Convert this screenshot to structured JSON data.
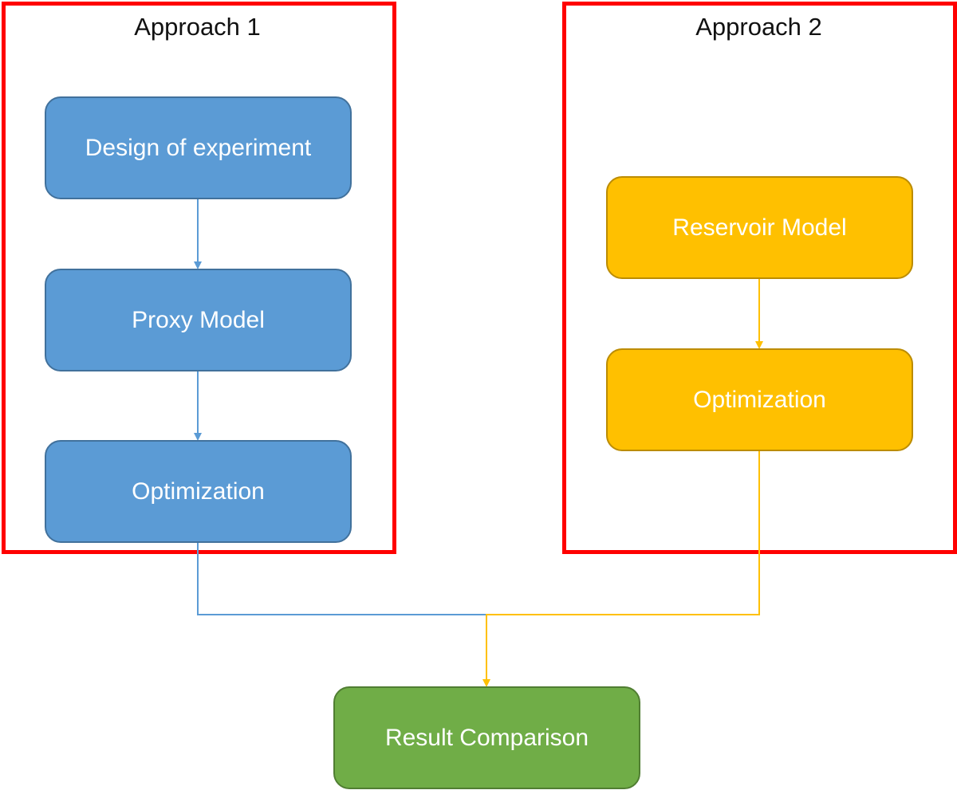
{
  "groups": [
    {
      "title": "Approach 1"
    },
    {
      "title": "Approach 2"
    }
  ],
  "nodes": {
    "doe": "Design of experiment",
    "proxy": "Proxy Model",
    "opt1": "Optimization",
    "reservoir": "Reservoir Model",
    "opt2": "Optimization",
    "result": "Result Comparison"
  },
  "colors": {
    "frame": "#ff0000",
    "blue_fill": "#5b9bd5",
    "blue_line": "#5b9bd5",
    "yellow_fill": "#ffc000",
    "yellow_line": "#ffc000",
    "green_fill": "#70ad47",
    "node_text": "#ffffff"
  }
}
